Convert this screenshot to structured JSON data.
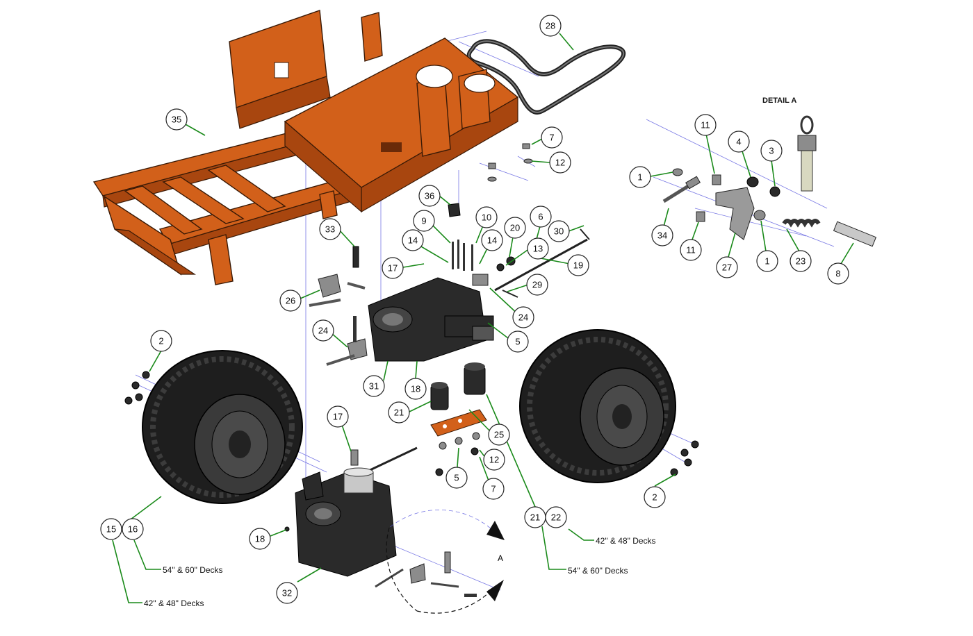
{
  "detail": {
    "title": "DETAIL A",
    "view_letter": "A"
  },
  "notes": {
    "n1": "54\" & 60\" Decks",
    "n2": "42\" & 48\" Decks",
    "n3": "42\" & 48\" Decks",
    "n4": "54\" & 60\" Decks"
  },
  "callouts": [
    {
      "id": "c28",
      "label": "28"
    },
    {
      "id": "c35",
      "label": "35"
    },
    {
      "id": "c7a",
      "label": "7"
    },
    {
      "id": "c12a",
      "label": "12"
    },
    {
      "id": "c36",
      "label": "36"
    },
    {
      "id": "c33",
      "label": "33"
    },
    {
      "id": "c9",
      "label": "9"
    },
    {
      "id": "c10",
      "label": "10"
    },
    {
      "id": "c20",
      "label": "20"
    },
    {
      "id": "c6",
      "label": "6"
    },
    {
      "id": "c30",
      "label": "30"
    },
    {
      "id": "c14a",
      "label": "14"
    },
    {
      "id": "c14b",
      "label": "14"
    },
    {
      "id": "c13",
      "label": "13"
    },
    {
      "id": "c17a",
      "label": "17"
    },
    {
      "id": "c19",
      "label": "19"
    },
    {
      "id": "c26",
      "label": "26"
    },
    {
      "id": "c29",
      "label": "29"
    },
    {
      "id": "c24a",
      "label": "24"
    },
    {
      "id": "c24b",
      "label": "24"
    },
    {
      "id": "c5a",
      "label": "5"
    },
    {
      "id": "c2a",
      "label": "2"
    },
    {
      "id": "c31",
      "label": "31"
    },
    {
      "id": "c18a",
      "label": "18"
    },
    {
      "id": "c21a",
      "label": "21"
    },
    {
      "id": "c25",
      "label": "25"
    },
    {
      "id": "c17b",
      "label": "17"
    },
    {
      "id": "c12b",
      "label": "12"
    },
    {
      "id": "c5b",
      "label": "5"
    },
    {
      "id": "c7b",
      "label": "7"
    },
    {
      "id": "c2b",
      "label": "2"
    },
    {
      "id": "c21b",
      "label": "21"
    },
    {
      "id": "c22",
      "label": "22"
    },
    {
      "id": "c15",
      "label": "15"
    },
    {
      "id": "c16",
      "label": "16"
    },
    {
      "id": "c18b",
      "label": "18"
    },
    {
      "id": "c32",
      "label": "32"
    },
    {
      "id": "d11a",
      "label": "11"
    },
    {
      "id": "d4",
      "label": "4"
    },
    {
      "id": "d3",
      "label": "3"
    },
    {
      "id": "d1a",
      "label": "1"
    },
    {
      "id": "d34",
      "label": "34"
    },
    {
      "id": "d11b",
      "label": "11"
    },
    {
      "id": "d27",
      "label": "27"
    },
    {
      "id": "d1b",
      "label": "1"
    },
    {
      "id": "d23",
      "label": "23"
    },
    {
      "id": "d8",
      "label": "8"
    }
  ]
}
